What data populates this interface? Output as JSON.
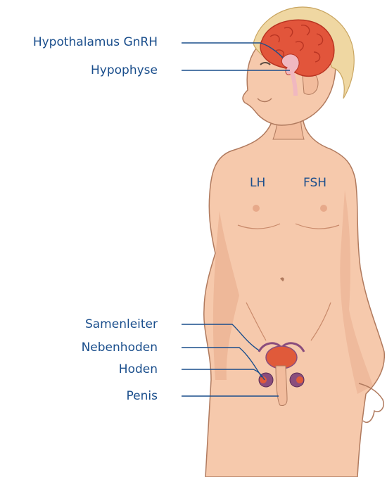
{
  "colors": {
    "label_text": "#1a4e8c",
    "leader_line": "#1a4e8c",
    "skin": "#f6c9ac",
    "skin_shadow": "#e7a98a",
    "skin_outline": "#b07a5e",
    "hair": "#efd7a2",
    "hair_outline": "#c9a662",
    "brain": "#e2553b",
    "brain_dark": "#b93422",
    "pituitary": "#f0b8c0",
    "organ_red": "#e05a3a",
    "organ_purple": "#8a4d7d",
    "eye": "#5a4a40"
  },
  "labels": {
    "hypothalamus": "Hypothalamus GnRH",
    "hypophyse": "Hypophyse",
    "lh": "LH",
    "fsh": "FSH",
    "samenleiter": "Samenleiter",
    "nebenhoden": "Nebenhoden",
    "hoden": "Hoden",
    "penis": "Penis"
  }
}
